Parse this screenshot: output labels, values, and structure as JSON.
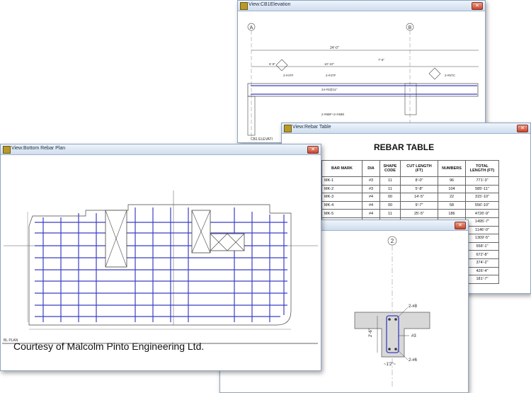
{
  "windows": {
    "elevation": {
      "title": "View:CB1Elevation",
      "close_label": "✕"
    },
    "rebar_table": {
      "title": "View:Rebar Table",
      "close_label": "✕"
    },
    "section": {
      "close_label": "✕"
    },
    "bottom_plan": {
      "title": "View:Bottom Rebar Plan",
      "close_label": "✕"
    }
  },
  "elevation": {
    "grid_a": "A",
    "grid_b": "B",
    "dim_total": "24'-0\"",
    "dim_left": "6'-8\"",
    "dim_mid": "10'-10\"",
    "dim_right": "7'-6\"",
    "top_left_bar": "2-#4TF",
    "top_mid_bar": "2-#4TF",
    "top_right_bar": "2-#5TC",
    "stirrups": "24-#3@11\"",
    "bottom_bar": "2-#6BF+2-#4BE",
    "bottom_label_partial": "CB1 ELEVATI"
  },
  "rebar_table": {
    "heading": "REBAR TABLE",
    "headers": [
      "BAR MARK",
      "DIA",
      "SHAPE CODE",
      "CUT LENGTH (FT)",
      "NUMBERS",
      "TOTAL LENGTH (FT)"
    ],
    "rows": [
      [
        "MK-1",
        "#3",
        "11",
        "8'-0\"",
        "96",
        "771'-3\""
      ],
      [
        "MK-2",
        "#3",
        "11",
        "5'-8\"",
        "104",
        "585'-11\""
      ],
      [
        "MK-3",
        "#4",
        "00",
        "14'-5\"",
        "22",
        "315'-10\""
      ],
      [
        "MK-4",
        "#4",
        "00",
        "9'-7\"",
        "58",
        "556'-10\""
      ],
      [
        "MK-5",
        "#4",
        "11",
        "25'-5\"",
        "186",
        "4726'-9\""
      ],
      [
        "",
        "",
        "",
        "",
        "",
        "1495'-7\""
      ],
      [
        "",
        "",
        "",
        "",
        "",
        "1146'-0\""
      ],
      [
        "",
        "",
        "",
        "",
        "",
        "1309'-5\""
      ],
      [
        "",
        "",
        "",
        "",
        "",
        "558'-1\""
      ],
      [
        "",
        "",
        "",
        "",
        "",
        "672'-8\""
      ],
      [
        "",
        "",
        "",
        "",
        "",
        "374'-2\""
      ],
      [
        "",
        "",
        "",
        "",
        "",
        "426'-4\""
      ],
      [
        "",
        "",
        "",
        "",
        "",
        "181'-7\""
      ]
    ]
  },
  "section": {
    "grid": "2",
    "top_bars": "2-#8",
    "stirrup": "#3",
    "bottom_bars": "2-#6",
    "depth": "2'-6\"",
    "width": "~1'2\"~"
  },
  "bottom_plan": {
    "courtesy": "Courtesy of Malcolm Pinto Engineering Ltd.",
    "plan_label": "BL PLAN"
  },
  "colors": {
    "rebar": "#3b3fc4",
    "linework": "#333333",
    "titlebar": "#dce7f3"
  }
}
